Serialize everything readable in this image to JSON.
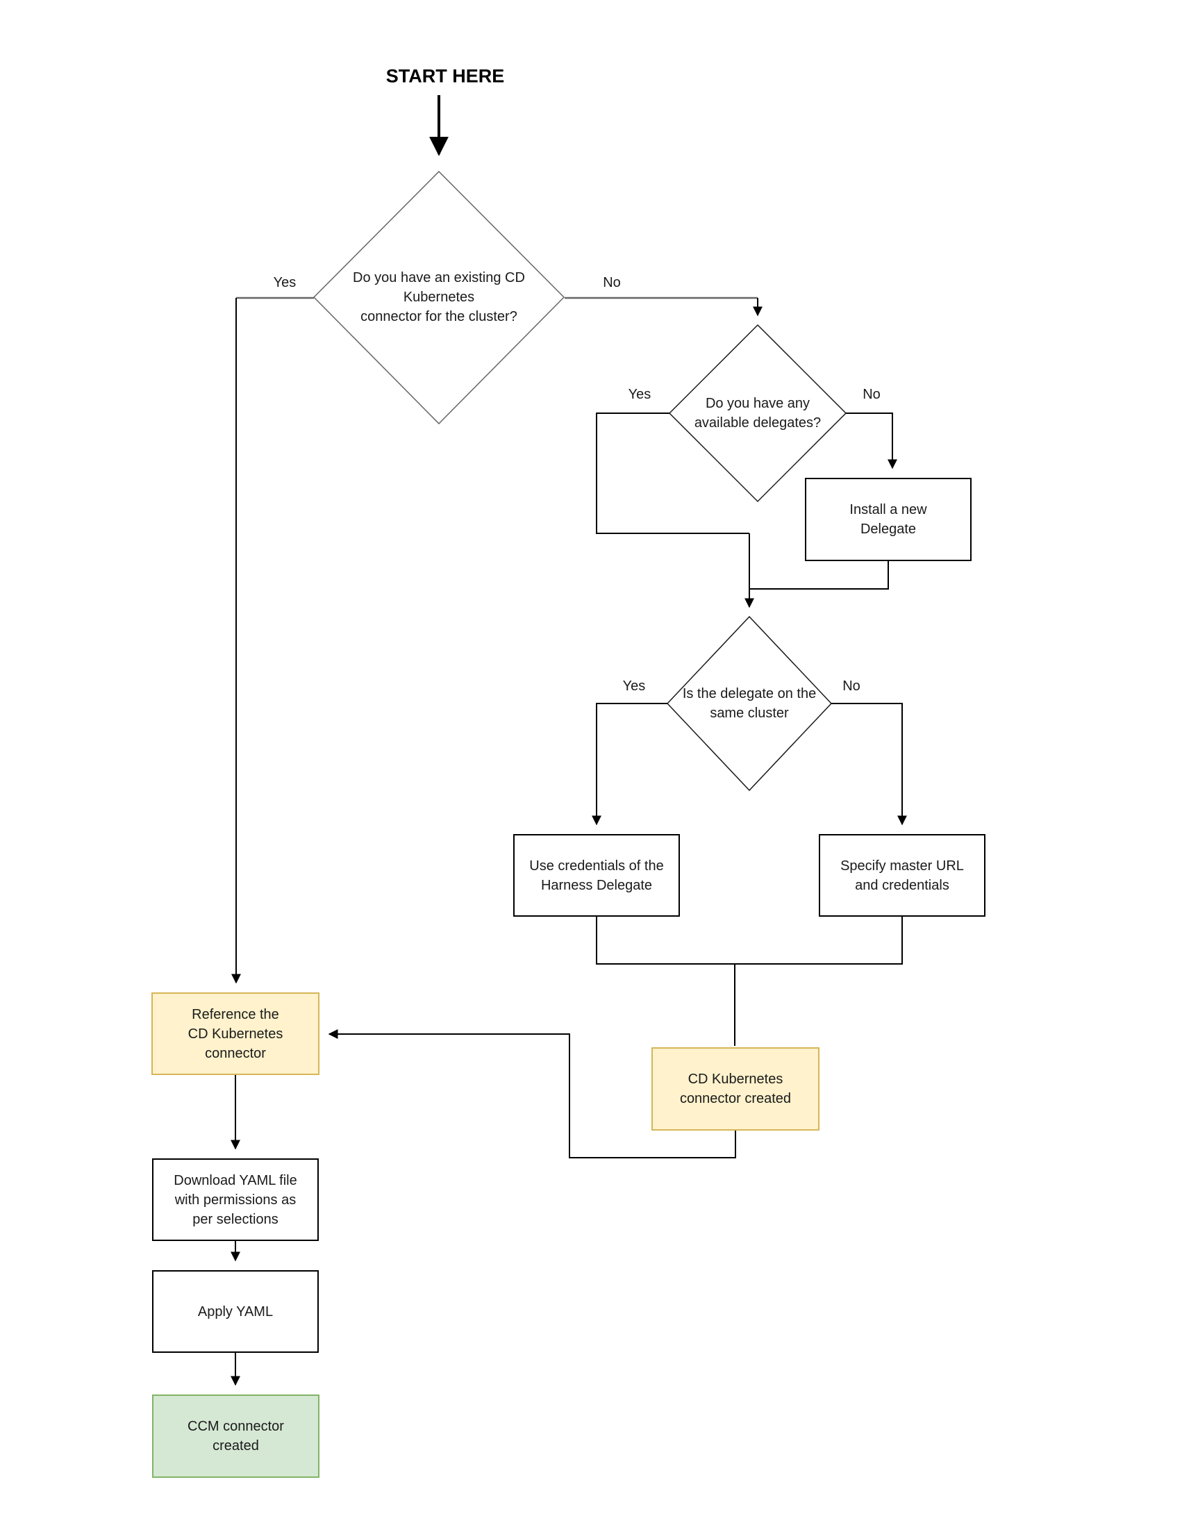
{
  "title": "START HERE",
  "colors": {
    "background": "#ffffff",
    "connector": "#000000",
    "decision1_stroke": "#666666",
    "decision_stroke": "#1a1a1a",
    "box_fill": "#ffffff",
    "box_border": "#000000",
    "yellow_fill": "#fff2cc",
    "yellow_border": "#d6b656",
    "green_fill": "#d5e8d4",
    "green_border": "#82b366"
  },
  "decisions": {
    "d1": {
      "text": "Do you have an existing CD\nKubernetes\nconnector for the cluster?",
      "yes_label": "Yes",
      "no_label": "No"
    },
    "d2": {
      "text": "Do you have any\navailable delegates?",
      "yes_label": "Yes",
      "no_label": "No"
    },
    "d3": {
      "text": "Is the delegate on the\nsame cluster",
      "yes_label": "Yes",
      "no_label": "No"
    }
  },
  "boxes": {
    "install_delegate": "Install a new\nDelegate",
    "use_credentials": "Use credentials of the\nHarness Delegate",
    "specify_master": "Specify master URL\nand credentials",
    "reference_connector": "Reference the\nCD Kubernetes\nconnector",
    "cd_connector_created": "CD Kubernetes\nconnector created",
    "download_yaml": "Download YAML file\nwith permissions as\nper selections",
    "apply_yaml": "Apply YAML",
    "ccm_connector_created": "CCM connector\ncreated"
  }
}
